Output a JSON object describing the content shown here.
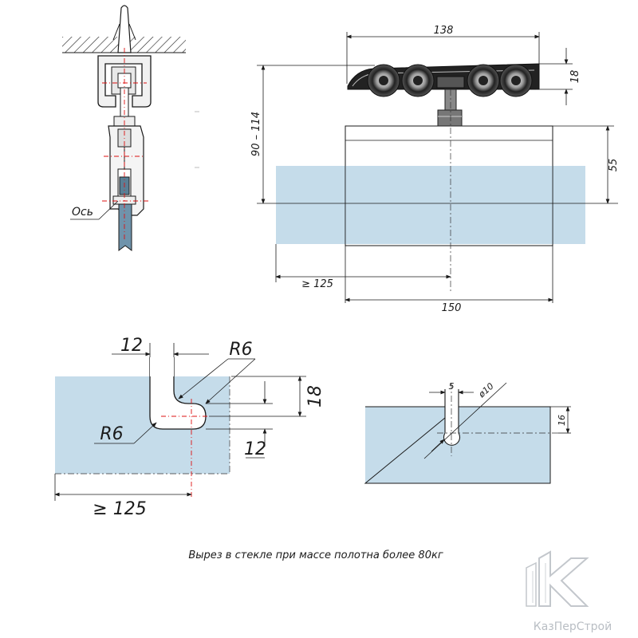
{
  "colors": {
    "glass": "#c5dcea",
    "glass_light": "#dcebf5",
    "axis": "#dd1111",
    "line": "#1a1a1a",
    "logo": "#b9bec4"
  },
  "side_view": {
    "axis_label": "Ось"
  },
  "front_view": {
    "dim_width_top": "138",
    "dim_height_roller": "18",
    "dim_height_range": "90 – 114",
    "dim_height_panel": "55",
    "dim_offset": "≥ 125",
    "dim_width_panel": "150"
  },
  "cutout_large": {
    "dim_slot_width": "12",
    "radius_top": "R6",
    "radius_bottom": "R6",
    "dim_depth": "18",
    "dim_slot_height": "12",
    "dim_offset": "≥ 125"
  },
  "cutout_small": {
    "dim_slot_width": "5",
    "dim_hole_dia": "ø10",
    "dim_depth": "16"
  },
  "caption": "Вырез в стекле при массе полотна более 80кг",
  "logo": {
    "brand": "КазПерСтрой",
    "icon": "k-letter-logo-icon"
  }
}
